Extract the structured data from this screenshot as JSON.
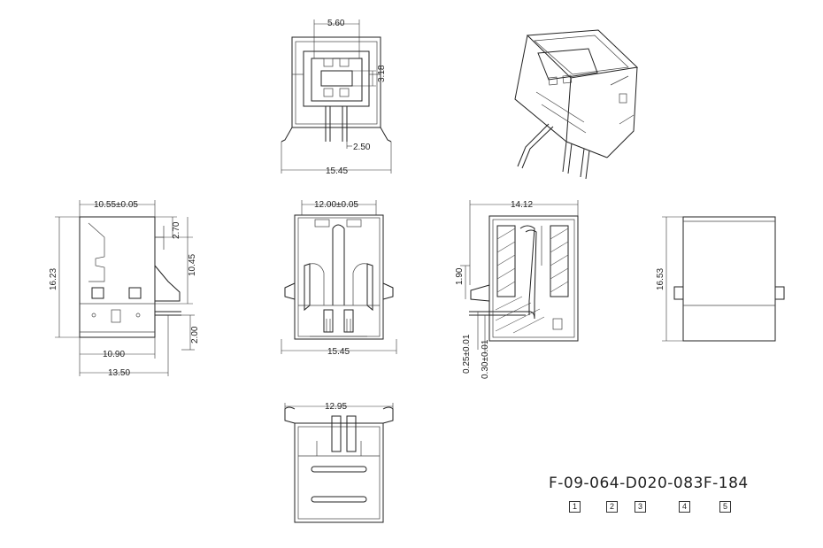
{
  "top_view": {
    "d_width": "5.60",
    "d_height": "3.18",
    "d_pin": "2.50",
    "d_total": "15.45"
  },
  "side_left": {
    "d_top": "10.55±0.05",
    "d_270": "2.70",
    "d_1045": "10.45",
    "d_height": "16.23",
    "d_200": "2.00",
    "d_1090": "10.90",
    "d_1350": "13.50"
  },
  "front_view": {
    "d_top": "12.00±0.05",
    "d_bottom": "15.45"
  },
  "section_view": {
    "d_top": "14.12",
    "d_190": "1.90",
    "d_025": "0.25±0.01",
    "d_030": "0.30±0.01"
  },
  "right_view": {
    "d_height": "16.53"
  },
  "bottom_view": {
    "d_width": "12.95"
  },
  "part_number": "F-09-064-D020-083F-184",
  "part_boxes": [
    "1",
    "2",
    "3",
    "4",
    "5"
  ]
}
